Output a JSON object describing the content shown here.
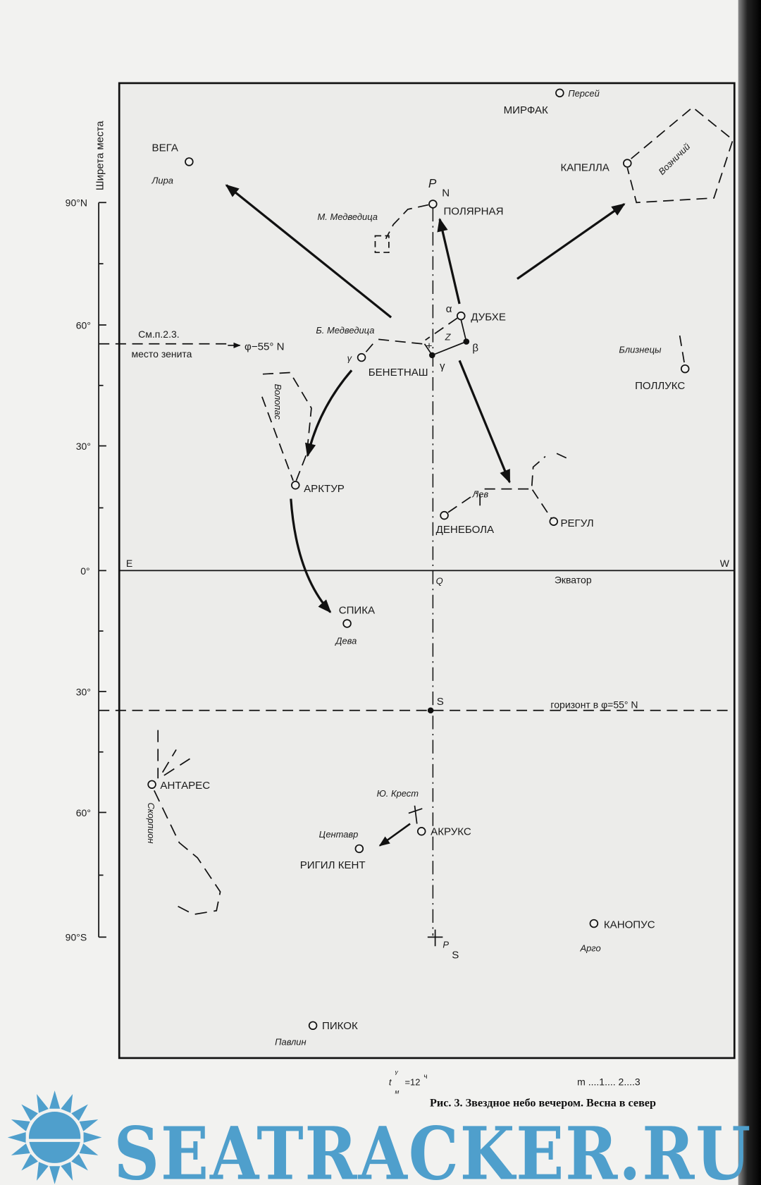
{
  "axis": {
    "title": "Ширета места",
    "ticks": [
      "90°N",
      "60°",
      "30°",
      "0°",
      "30°",
      "60°",
      "90°S"
    ]
  },
  "directions": {
    "east": "E",
    "west": "W"
  },
  "equator": {
    "label": "Экватор",
    "point": "Q"
  },
  "horizon": {
    "label": "горизонт в φ=55° N",
    "south_point": "S"
  },
  "zenith": {
    "ref": "См.п.2.3.",
    "label": "место зенита",
    "lat": "φ−55° N",
    "z": "Z"
  },
  "poles": {
    "north_p": "P",
    "north_sub": "N",
    "south_p": "P",
    "south_sub": "S"
  },
  "greek": {
    "alpha": "α",
    "beta": "β",
    "gamma": "γ",
    "gamma1": "γ"
  },
  "stars": {
    "vega": "ВЕГА",
    "mirfak": "МИРФАК",
    "capella": "КАПЕЛЛА",
    "polaris": "ПОЛЯРНАЯ",
    "dubhe": "ДУБХЕ",
    "benetnash": "БЕНЕТНАШ",
    "pollux": "ПОЛЛУКС",
    "arcturus": "АРКТУР",
    "denebola": "ДЕНЕБОЛА",
    "regulus": "РЕГУЛ",
    "spica": "СПИКА",
    "antares": "АНТАРЕС",
    "acrux": "АКРУКС",
    "rigil_kent": "РИГИЛ КЕНТ",
    "canopus": "КАНОПУС",
    "peacock": "ПИКОК"
  },
  "constellations": {
    "lyra": "Лира",
    "perseus": "Персей",
    "auriga": "Возничий",
    "ursa_minor": "М. Медведица",
    "ursa_major": "Б. Медведица",
    "gemini": "Близнецы",
    "bootes": "Волопас",
    "leo": "Лев",
    "virgo": "Дева",
    "scorpius": "Скорпион",
    "crux": "Ю. Крест",
    "centaurus": "Центавр",
    "argo": "Арго",
    "pavo": "Павлин"
  },
  "footer": {
    "time": "t",
    "time_sub": "м",
    "time_sup": "γ",
    "time_value": "=12",
    "time_unit": "ч",
    "magnitude_legend": "m ....1.... 2....3",
    "caption": "Рис. 3. Звездное небо вечером. Весна в север"
  },
  "watermark": {
    "text": "SEATRACKER.RU",
    "color": "#4f9fcc"
  }
}
